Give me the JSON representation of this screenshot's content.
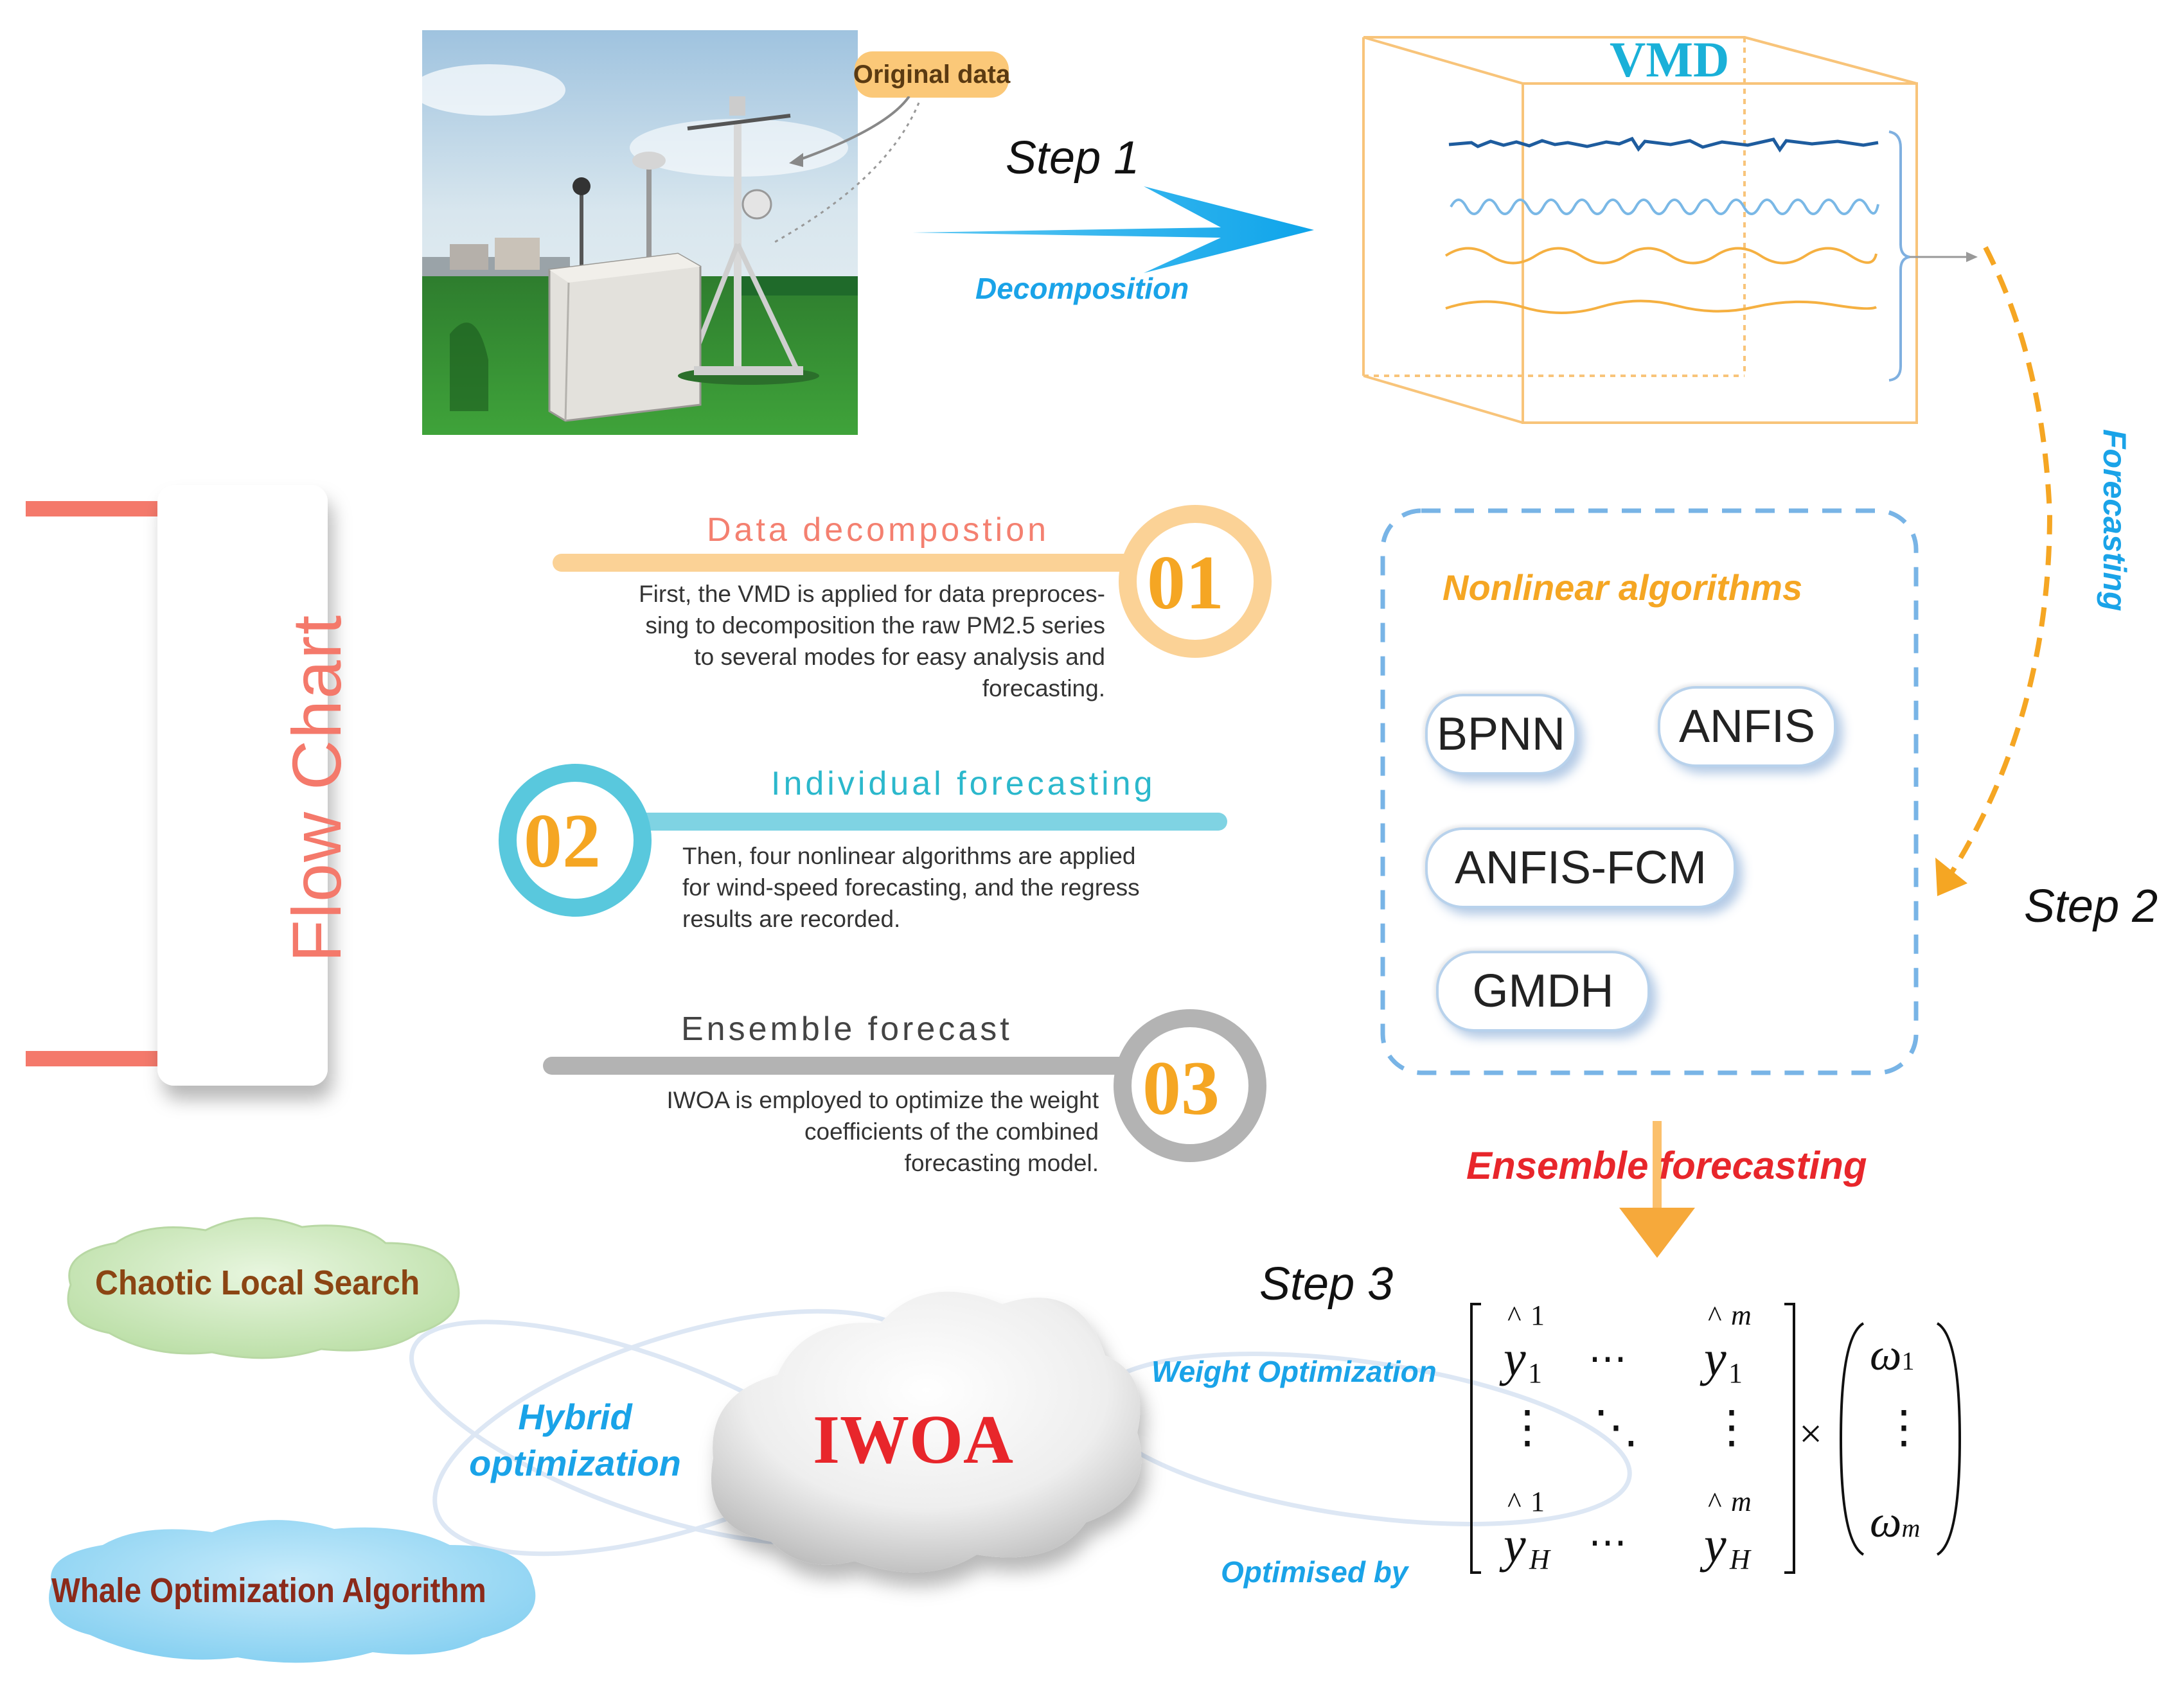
{
  "photo": {
    "callout": "Original data"
  },
  "step1": {
    "label": "Step 1",
    "sublabel": "Decomposition"
  },
  "vmd": {
    "title": "VMD"
  },
  "step2": {
    "label": "Step 2",
    "sublabel": "Forecasting"
  },
  "flow_chart": {
    "title": "Flow Chart"
  },
  "stages": [
    {
      "number": "01",
      "title": "Data decompostion",
      "lines": [
        "First, the VMD is applied for data preproces-",
        "sing to decomposition the raw PM2.5 series",
        "to several modes for easy analysis and",
        "forecasting."
      ]
    },
    {
      "number": "02",
      "title": "Individual forecasting",
      "lines": [
        "Then, four nonlinear algorithms are applied",
        "for wind-speed forecasting, and the regress",
        "results are recorded."
      ]
    },
    {
      "number": "03",
      "title": "Ensemble forecast",
      "lines": [
        "IWOA is employed to optimize the weight",
        "coefficients of the combined",
        "forecasting model."
      ]
    }
  ],
  "nonlinear": {
    "title": "Nonlinear algorithms",
    "algorithms": [
      "BPNN",
      "ANFIS",
      "ANFIS-FCM",
      "GMDH"
    ]
  },
  "ensemble": {
    "label": "Ensemble forecasting"
  },
  "step3": {
    "label": "Step 3",
    "weight_label": "Weight Optimization",
    "optimised_label": "Optimised by"
  },
  "iwoa": {
    "title": "IWOA",
    "hybrid_line1": "Hybrid",
    "hybrid_line2": "optimization",
    "cls": "Chaotic Local Search",
    "woa": "Whale Optimization Algorithm"
  },
  "colors": {
    "orange": "#f5b041",
    "blue": "#1aa3e8",
    "red": "#e8262b",
    "salmon": "#f58a7c",
    "teal": "#40c4d8",
    "gray": "#aaaaaa",
    "brown": "#8b4513",
    "dark_red": "#8b2a1a"
  }
}
